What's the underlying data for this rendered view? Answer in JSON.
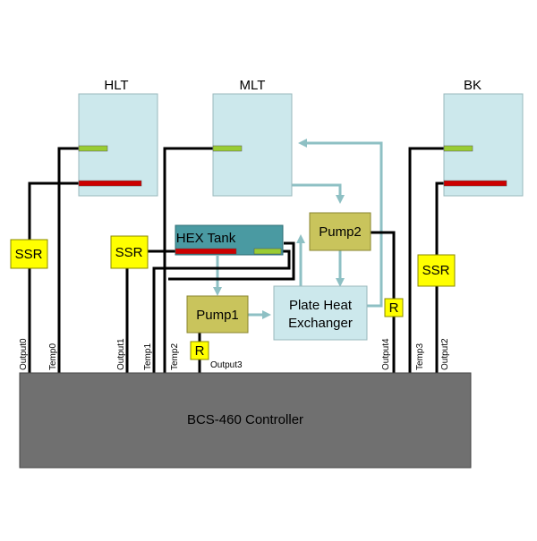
{
  "vessels": {
    "hlt": "HLT",
    "mlt": "MLT",
    "bk": "BK"
  },
  "components": {
    "hex_tank": "HEX Tank",
    "pump1": "Pump1",
    "pump2": "Pump2",
    "plate_heat_exchanger_line1": "Plate Heat",
    "plate_heat_exchanger_line2": "Exchanger",
    "ssr": "SSR",
    "relay": "R"
  },
  "ports": {
    "output0": "Output0",
    "temp0": "Temp0",
    "output1": "Output1",
    "temp1": "Temp1",
    "temp2": "Temp2",
    "output3": "Output3",
    "output4": "Output4",
    "temp3": "Temp3",
    "output2": "Output2"
  },
  "controller": {
    "label": "BCS-460 Controller"
  },
  "colors": {
    "vessel_fill": "#cce8ec",
    "hex_tank_fill": "#4a9aa2",
    "component_fill": "#c9c45c",
    "ssr_fill": "#ffff00",
    "controller_fill": "#707070",
    "flow_arrow": "#8ec0c4",
    "heater_bar": "#cc0000",
    "probe_bar": "#99cc33",
    "wire": "#000000"
  }
}
